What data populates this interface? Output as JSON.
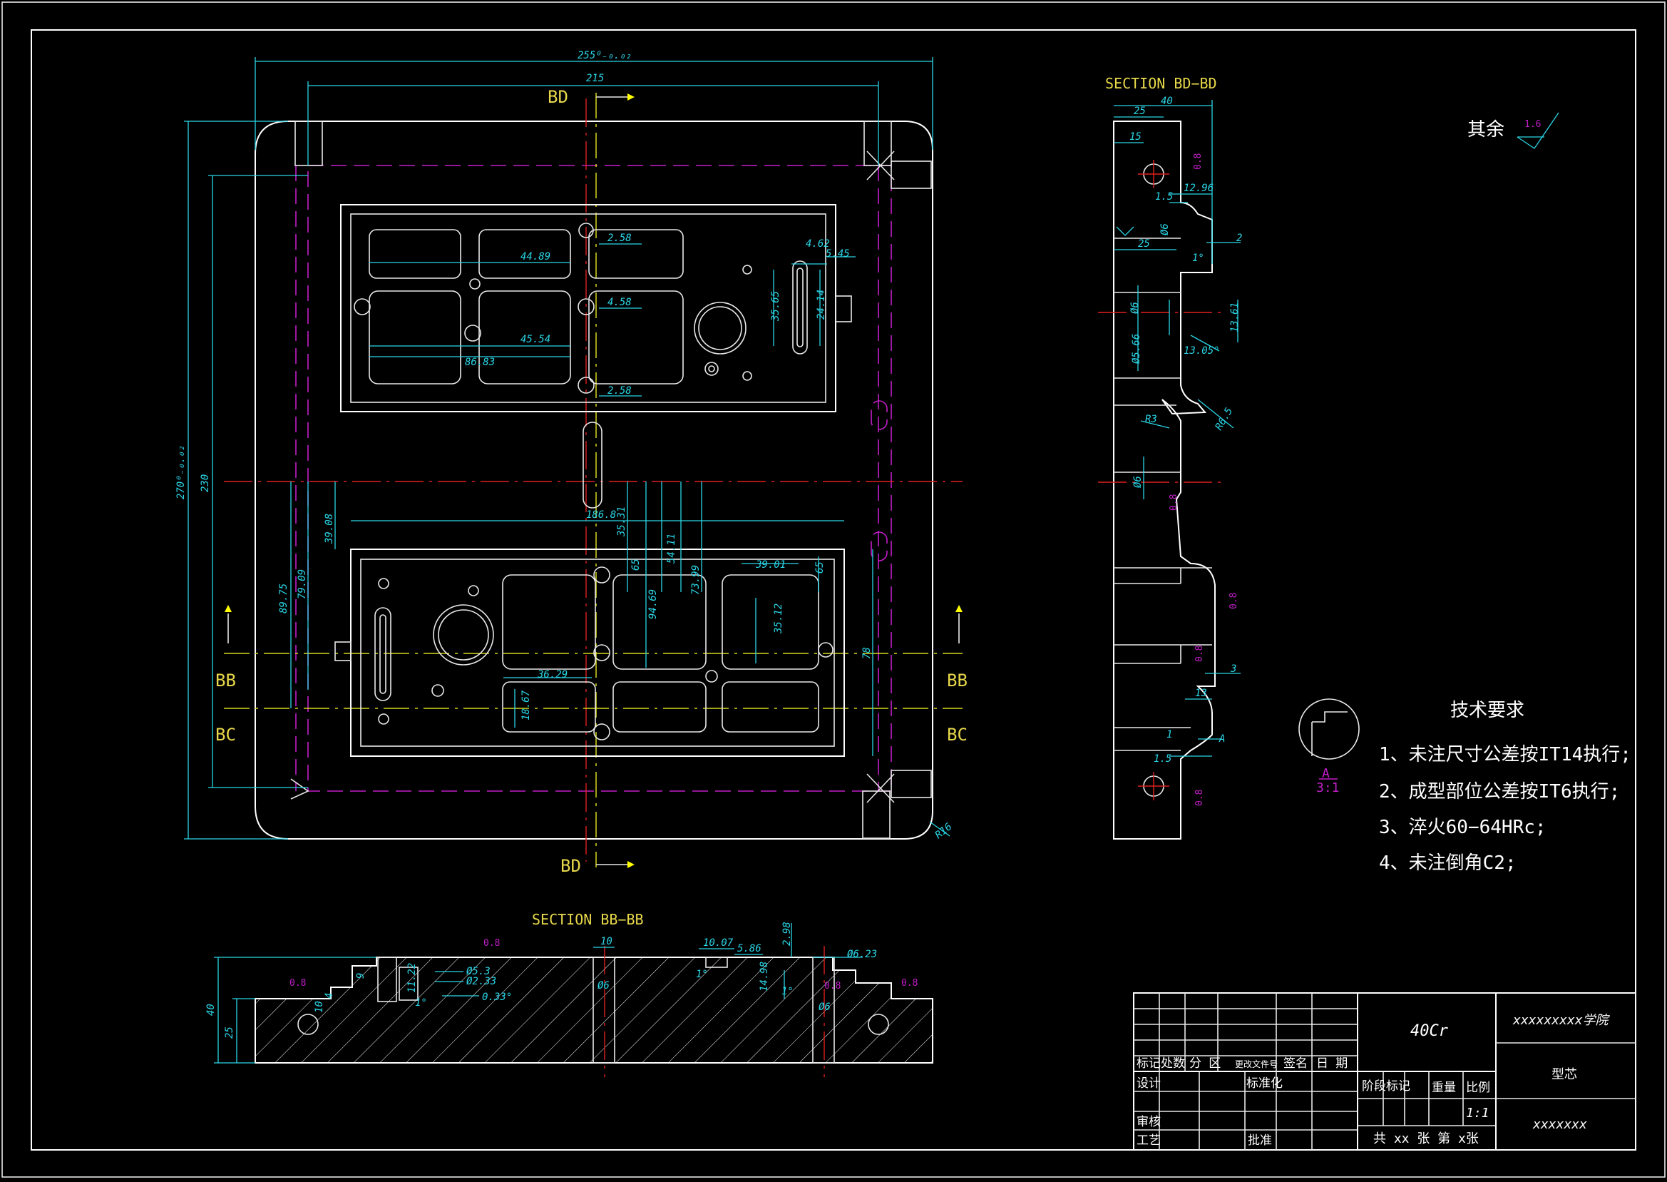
{
  "colors": {
    "background": "#000000",
    "outline": "#ffffff",
    "dimension": "#2ad6e6",
    "hidden": "#c21ec9",
    "centerline": "#e02020",
    "section_label": "#e8d84a"
  },
  "views": {
    "plan": {
      "labels": {
        "bd_top": "BD",
        "bd_bottom": "BD",
        "bb_left": "BB",
        "bb_right": "BB",
        "bc_left": "BC",
        "bc_right": "BC"
      },
      "dims": {
        "width_total": "255⁰₋₀.₀₂",
        "width_inner": "215",
        "height_total": "270⁰₋₀.₀₂",
        "height_inner": "230",
        "corner_radius": "R16",
        "d_44_89": "44.89",
        "d_45_54": "45.54",
        "d_86_83": "86.83",
        "d_2_58a": "2.58",
        "d_4_58": "4.58",
        "d_2_58b": "2.58",
        "d_4_62": "4.62",
        "d_5_45": "5.45",
        "d_35_65": "35.65",
        "d_24_14": "24.14",
        "d_186_8": "186.8",
        "d_35_31": "35.31",
        "d_39_08": "39.08",
        "d_79_09": "79.09",
        "d_89_75": "89.75",
        "d_65a": "65",
        "d_54_11": "54.11",
        "d_73_99": "73.99",
        "d_94_69": "94.69",
        "d_39_01": "39.01",
        "d_65b": "65",
        "d_35_12": "35.12",
        "d_78": "78",
        "d_36_29": "36.29",
        "d_18_67": "18.67"
      }
    },
    "section_bd": {
      "title": "SECTION BD−BD",
      "dims": {
        "d_40": "40",
        "d_25a": "25",
        "d_15": "15",
        "d_12_96": "12.96",
        "d_1_5a": "1.5",
        "d_phi6a": "Ø6",
        "d_25b": "25",
        "d_2": "2",
        "d_1deg": "1°",
        "d_phi6b": "Ø6",
        "d_13_61": "13.61",
        "d_phi5_66": "Ø5.66",
        "d_13_05": "13.05°",
        "d_r3": "R3",
        "d_r6_5": "R6.5",
        "d_phi6c": "Ø6",
        "d_3": "3",
        "d_13": "13",
        "d_1": "1",
        "d_1_5b": "1.5",
        "d_a": "A"
      },
      "rough": {
        "r1": "0.8",
        "r2": "0.8",
        "r3": "0.8",
        "r4": "0.8",
        "r5": "0.8"
      }
    },
    "section_bb": {
      "title": "SECTION BB−BB",
      "dims": {
        "d_10a": "10",
        "d_10_07": "10.07",
        "d_5_86": "5.86",
        "d_2_98": "2.98",
        "d_phi6_23": "Ø6.23",
        "d_phi5_3": "Ø5.3",
        "d_phi2_33": "Ø2.33",
        "d_0_33": "0.33°",
        "d_11_22": "11.22",
        "d_9": "9",
        "d_10b": "10",
        "d_4": "4",
        "d_1deg_a": "1°",
        "d_1deg_b": "1°",
        "d_1deg_c": "1°",
        "d_phi6a": "Ø6",
        "d_14_98": "14.98",
        "d_phi6b": "Ø6",
        "d_40": "40",
        "d_25": "25"
      },
      "rough": {
        "r1": "0.8",
        "r2": "0.8",
        "r3": "0.8",
        "r4": "0.8"
      }
    },
    "detail": {
      "letter": "A",
      "scale": "3:1"
    }
  },
  "surface_note": {
    "label": "其余",
    "value": "1.6"
  },
  "tech_requirements": {
    "title": "技术要求",
    "items": [
      "1、未注尺寸公差按IT14执行;",
      "2、成型部位公差按IT6执行;",
      "3、淬火60−64HRc;",
      "4、未注倒角C2;"
    ]
  },
  "title_block": {
    "material": "40Cr",
    "school": "xxxxxxxxx学院",
    "part_name": "型芯",
    "drawing_no": "xxxxxxx",
    "scale_value": "1:1",
    "sheet_info": "共 xx 张  第 x张",
    "labels": {
      "mark": "标记",
      "count": "处数",
      "zone": "分  区",
      "change_doc": "更改文件号",
      "signature": "签名",
      "date": "日  期",
      "design": "设计",
      "standardize": "标准化",
      "review": "审核",
      "process": "工艺",
      "approve": "批准",
      "stage": "阶段标记",
      "weight": "重量",
      "scale": "比例"
    }
  }
}
